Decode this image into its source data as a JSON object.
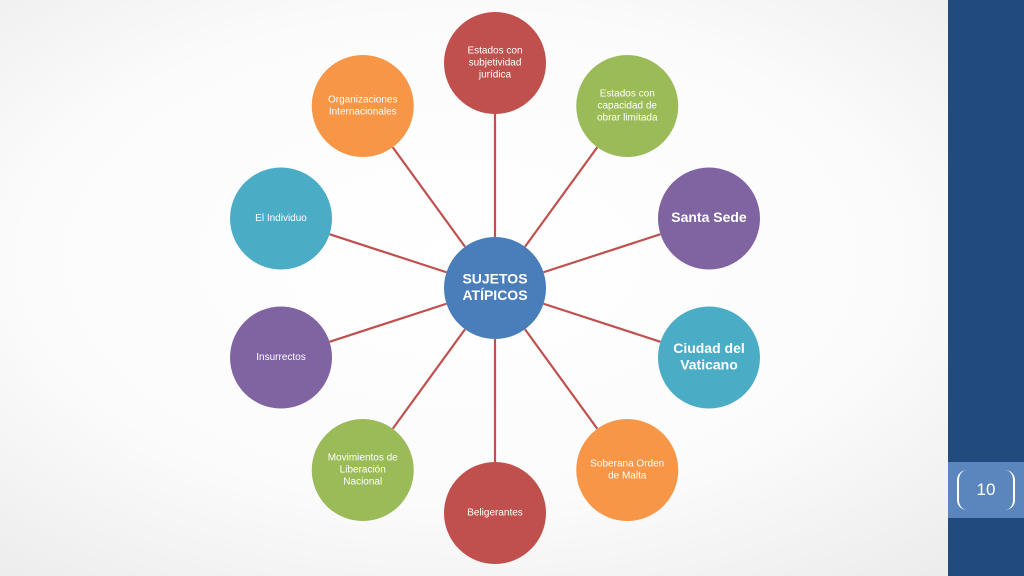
{
  "diagram": {
    "center": {
      "lines": [
        "SUJETOS",
        "ATÍPICOS"
      ],
      "color": "#4a7ebb"
    },
    "connector_color": "#c0504d",
    "nodes": [
      {
        "id": "estados-subjetividad",
        "lines": [
          "Estados con",
          "subjetividad",
          "jurídica"
        ],
        "color": "#c0504d",
        "emphasis": false
      },
      {
        "id": "estados-capacidad",
        "lines": [
          "Estados con",
          "capacidad de",
          "obrar limitada"
        ],
        "color": "#9bbb59",
        "emphasis": false
      },
      {
        "id": "santa-sede",
        "lines": [
          "Santa Sede"
        ],
        "color": "#8064a2",
        "emphasis": true
      },
      {
        "id": "ciudad-vaticano",
        "lines": [
          "Ciudad del",
          "Vaticano"
        ],
        "color": "#4bacc6",
        "emphasis": true
      },
      {
        "id": "orden-malta",
        "lines": [
          "Soberana Orden",
          "de Malta"
        ],
        "color": "#f79646",
        "emphasis": false
      },
      {
        "id": "beligerantes",
        "lines": [
          "Beligerantes"
        ],
        "color": "#c0504d",
        "emphasis": false
      },
      {
        "id": "movimientos",
        "lines": [
          "Movimientos de",
          "Liberación",
          "Nacional"
        ],
        "color": "#9bbb59",
        "emphasis": false
      },
      {
        "id": "insurrectos",
        "lines": [
          "Insurrectos"
        ],
        "color": "#8064a2",
        "emphasis": false
      },
      {
        "id": "individuo",
        "lines": [
          "El Individuo"
        ],
        "color": "#4bacc6",
        "emphasis": false
      },
      {
        "id": "organizaciones",
        "lines": [
          "Organizaciones",
          "Internacionales"
        ],
        "color": "#f79646",
        "emphasis": false
      }
    ]
  },
  "slide": {
    "page_number": "10",
    "sidebar_color": "#214a7e",
    "badge_color": "#5a86bd"
  }
}
